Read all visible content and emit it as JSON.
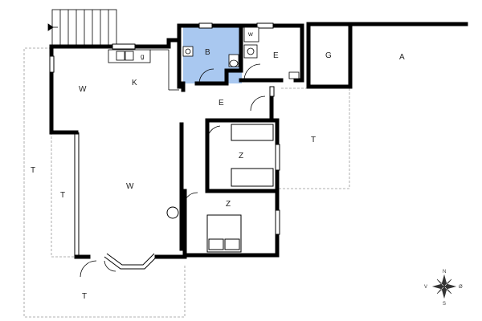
{
  "floorplan": {
    "rooms": {
      "w_upper": "W",
      "k": "K",
      "b": "B",
      "e_right": "E",
      "g": "G",
      "a": "A",
      "e_hall": "E",
      "t_right": "T",
      "z_upper": "Z",
      "w_lower": "W",
      "z_lower": "Z",
      "t_left_outer": "T",
      "t_left_inner": "T",
      "t_bottom": "T",
      "wm": "w",
      "g_small": "g"
    },
    "compass": {
      "n": "N",
      "s": "S",
      "v": "V",
      "o": "Ø"
    },
    "colors": {
      "bathroom": "#a9c8f0",
      "wall": "#000000",
      "terrace_line": "#999999"
    }
  }
}
